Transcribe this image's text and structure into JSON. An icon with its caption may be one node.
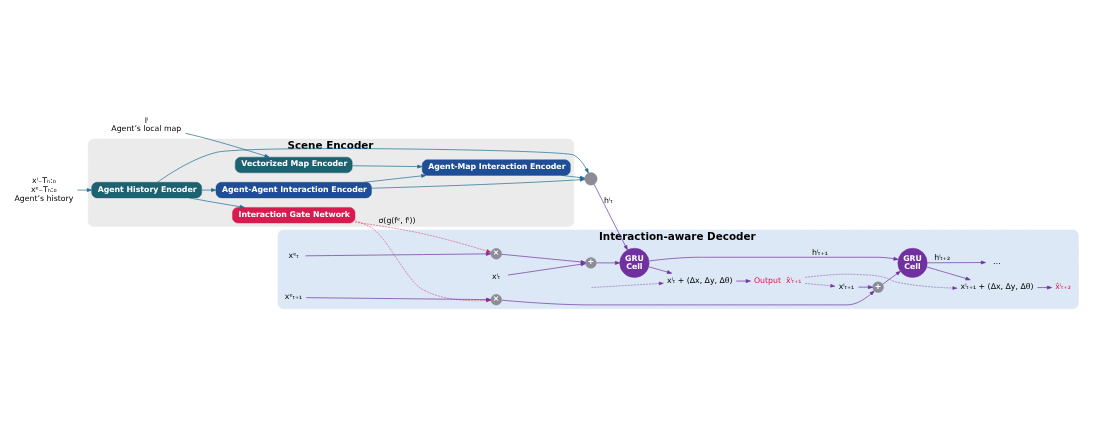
{
  "diagram": {
    "nodes": [
      {
        "text": [
          "Scene Encoder"
        ]
      },
      {
        "text": [
          "Interaction-aware Decoder"
        ]
      },
      {
        "text": [
          "Iⁱ",
          "Agent’s local map"
        ]
      },
      {
        "text": [
          "xⁱ₋Tₕ:₀",
          "xᵉ₋Tₕ:₀",
          "Agent’s history"
        ]
      },
      {
        "text": [
          "Vectorized Map Encoder"
        ],
        "in": 0
      },
      {
        "text": [
          "Agent-Map Interaction Encoder"
        ],
        "in": 0
      },
      {
        "text": [
          "Agent-Agent Interaction Encoder"
        ],
        "in": 0
      },
      {
        "text": [
          "Agent History Encoder"
        ],
        "in": 0
      },
      {
        "text": [
          "Interaction Gate Network"
        ],
        "in": 0
      },
      {
        "text": [],
        "shape": "circle"
      },
      {
        "text": [
          "x̂ⁱₜ₊₁"
        ],
        "beside": [
          "Output"
        ],
        "in": 1
      },
      {
        "text": [
          "xⁱₜ + (Δx, Δy, Δθ)"
        ],
        "in": 1
      },
      {
        "text": [
          "GRU Cell"
        ],
        "in": 1
      },
      {
        "text": [
          "x̂ⁱₜ₊₂"
        ],
        "in": 1
      },
      {
        "text": [
          "xⁱₜ₊₁ + (Δx, Δy, Δθ)"
        ],
        "in": 1
      },
      {
        "text": [
          "GRU Cell"
        ],
        "in": 1
      },
      {
        "text": [
          "…"
        ],
        "in": 1
      },
      {
        "text": [
          "xᵉₜ"
        ],
        "in": 1
      },
      {
        "text": [
          "×"
        ],
        "in": 1
      },
      {
        "text": [
          "+"
        ],
        "in": 1
      },
      {
        "text": [
          "xⁱₜ"
        ],
        "in": 1
      },
      {
        "text": [
          "xᵉₜ₊₁"
        ],
        "in": 1
      },
      {
        "text": [
          "×"
        ],
        "in": 1
      },
      {
        "text": [
          "+"
        ],
        "in": 1
      },
      {
        "text": [
          "xⁱₜ₊₁"
        ],
        "in": 1
      }
    ],
    "edges": [
      {
        "from": 2,
        "to": 4,
        "arrow": "to",
        "color": "#1f6a8f"
      },
      {
        "from": 3,
        "to": 7,
        "arrow": "to",
        "color": "#1f6a8f"
      },
      {
        "from": 4,
        "to": 5,
        "arrow": "to",
        "color": "#1f6a8f"
      },
      {
        "from": 7,
        "to": 6,
        "arrow": "to",
        "color": "#1f6a8f"
      },
      {
        "from": 7,
        "to": 8,
        "arrow": "to",
        "color": "#1f6a8f"
      },
      {
        "from": 7,
        "to": 9,
        "arrow": "to",
        "color": "#1f6a8f"
      },
      {
        "from": 6,
        "to": 5,
        "arrow": "to",
        "color": "#1f6a8f"
      },
      {
        "from": 6,
        "to": 9,
        "arrow": "to",
        "color": "#1f6a8f"
      },
      {
        "from": 5,
        "to": 9,
        "arrow": "to",
        "color": "#1f6a8f"
      },
      {
        "from": 9,
        "to": 12,
        "arrow": "to",
        "label": "hⁱₜ"
      },
      {
        "from": 12,
        "to": 11,
        "arrow": "to"
      },
      {
        "from": 11,
        "to": 10,
        "arrow": "to"
      },
      {
        "from": null,
        "to": 11,
        "arrow": "to",
        "style": "dashed"
      },
      {
        "from": 10,
        "to": 14,
        "arrow": "to",
        "style": "dashed"
      },
      {
        "from": 10,
        "to": 24,
        "arrow": "to",
        "style": "dashed"
      },
      {
        "from": 12,
        "to": 15,
        "arrow": "to",
        "label": "hⁱₜ₊₁"
      },
      {
        "from": 15,
        "to": 14,
        "arrow": "to"
      },
      {
        "from": 14,
        "to": 13,
        "arrow": "to"
      },
      {
        "from": 15,
        "to": 16,
        "arrow": "to",
        "label": "hⁱₜ₊₂"
      },
      {
        "from": 17,
        "to": 18,
        "arrow": "to"
      },
      {
        "from": 18,
        "to": 19,
        "arrow": "to"
      },
      {
        "from": 20,
        "to": 19,
        "arrow": "to"
      },
      {
        "from": 19,
        "to": 12,
        "arrow": "to"
      },
      {
        "from": 21,
        "to": 22,
        "arrow": "to"
      },
      {
        "from": 22,
        "to": 23,
        "arrow": "to"
      },
      {
        "from": 24,
        "to": 23,
        "arrow": "to"
      },
      {
        "from": 23,
        "to": 15,
        "arrow": "to"
      },
      {
        "from": 8,
        "to": 18,
        "arrow": "to",
        "style": "dashed",
        "color": "#d6184f",
        "label": "σ(g(fᵉ, fⁱ))"
      },
      {
        "from": 8,
        "to": 22,
        "arrow": "to",
        "style": "dashed",
        "color": "#d6184f"
      }
    ]
  }
}
